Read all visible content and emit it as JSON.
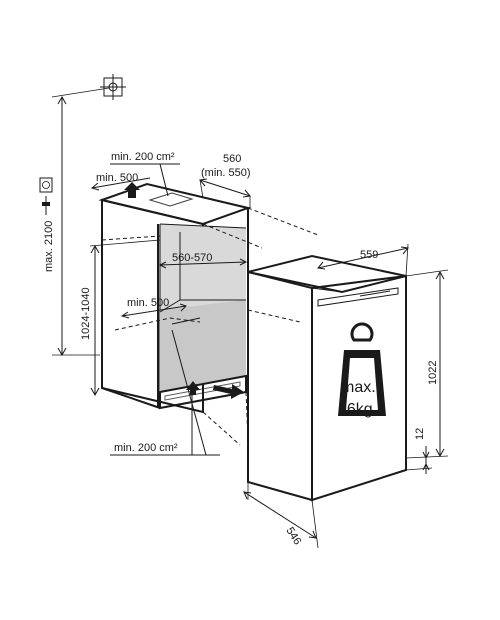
{
  "labels": {
    "max_height": "max. 2100",
    "niche_height": "1024-1040",
    "vent_top": "min. 200 cm²",
    "vent_bottom": "min. 200 cm²",
    "depth_top": "min. 500",
    "depth_inner": "min. 500",
    "niche_width": "560",
    "niche_width_min": "(min. 550)",
    "inner_width": "560-570",
    "appliance_width": "559",
    "appliance_height": "1022",
    "appliance_depth": "546",
    "plinth_gap": "12",
    "load_line1": "max.",
    "load_line2": "16kg"
  },
  "icons": {
    "socket": "power-socket-icon",
    "water": "water-connection-icon",
    "weight": "weight-icon"
  },
  "colors": {
    "line": "#1a1a1a",
    "niche_fill": "#d9d9d9",
    "background": "#ffffff"
  }
}
